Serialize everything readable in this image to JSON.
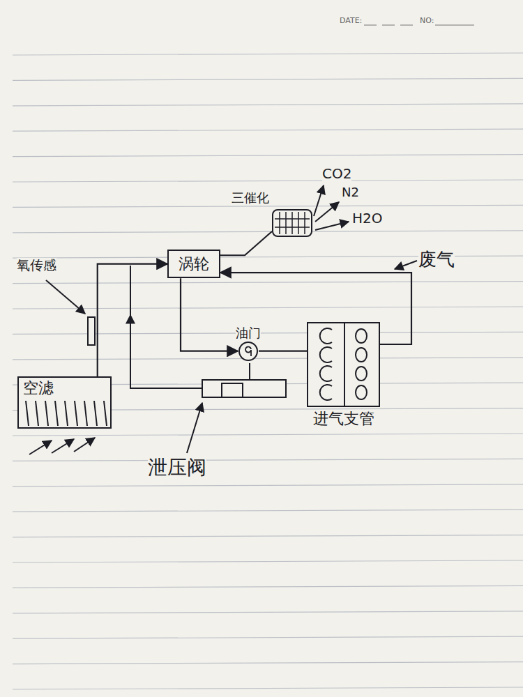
{
  "diagram": {
    "nodes": [
      {
        "text": [
          "三催化"
        ]
      },
      {
        "text": [
          "涡轮"
        ]
      },
      {
        "text": [
          "油门"
        ]
      },
      {
        "text": [
          "进气支管"
        ]
      },
      {
        "text": [
          "空滤"
        ]
      }
    ],
    "edges": [
      {
        "from": 4,
        "to": 1,
        "arrow": "to"
      },
      {
        "from": 1,
        "to": 2,
        "arrow": "to"
      },
      {
        "from": 2,
        "to": 3,
        "arrow": "none"
      },
      {
        "from": 3,
        "to": 1,
        "arrow": "to"
      },
      {
        "from": 1,
        "to": 0,
        "arrow": "none"
      }
    ],
    "labels": [
      "DATE:",
      "NO:",
      "氧传感",
      "CO2",
      "N2",
      "H2O",
      "废气",
      "泄压阀"
    ]
  }
}
